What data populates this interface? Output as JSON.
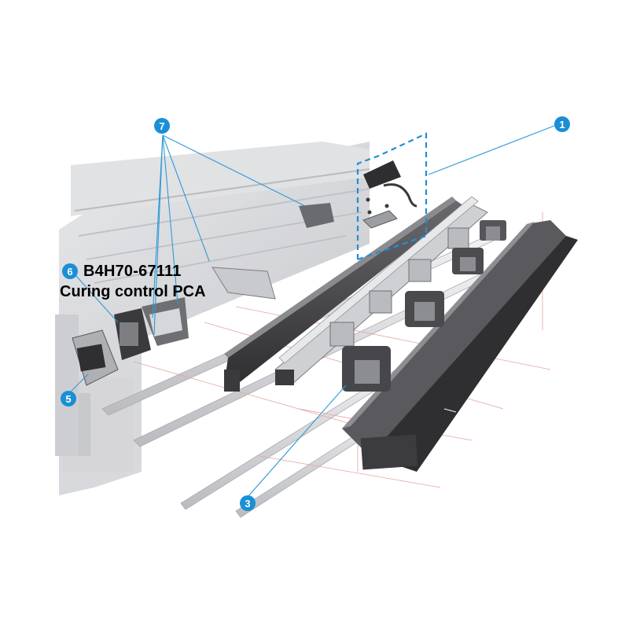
{
  "diagram": {
    "callouts": [
      {
        "id": "callout-1",
        "number": "1"
      },
      {
        "id": "callout-3",
        "number": "3"
      },
      {
        "id": "callout-5",
        "number": "5"
      },
      {
        "id": "callout-6",
        "number": "6"
      },
      {
        "id": "callout-7",
        "number": "7"
      }
    ],
    "part_label": {
      "number": "B4H70-67111",
      "name": "Curing control PCA"
    }
  },
  "colors": {
    "callout": "#1a8fd6",
    "leader": "#2f9ad6",
    "dashed_box": "#1f8fd6",
    "part_dark": "#4a4a4c",
    "frame_gray": "#c8c9cc",
    "guide_red": "#e8a4a4"
  }
}
